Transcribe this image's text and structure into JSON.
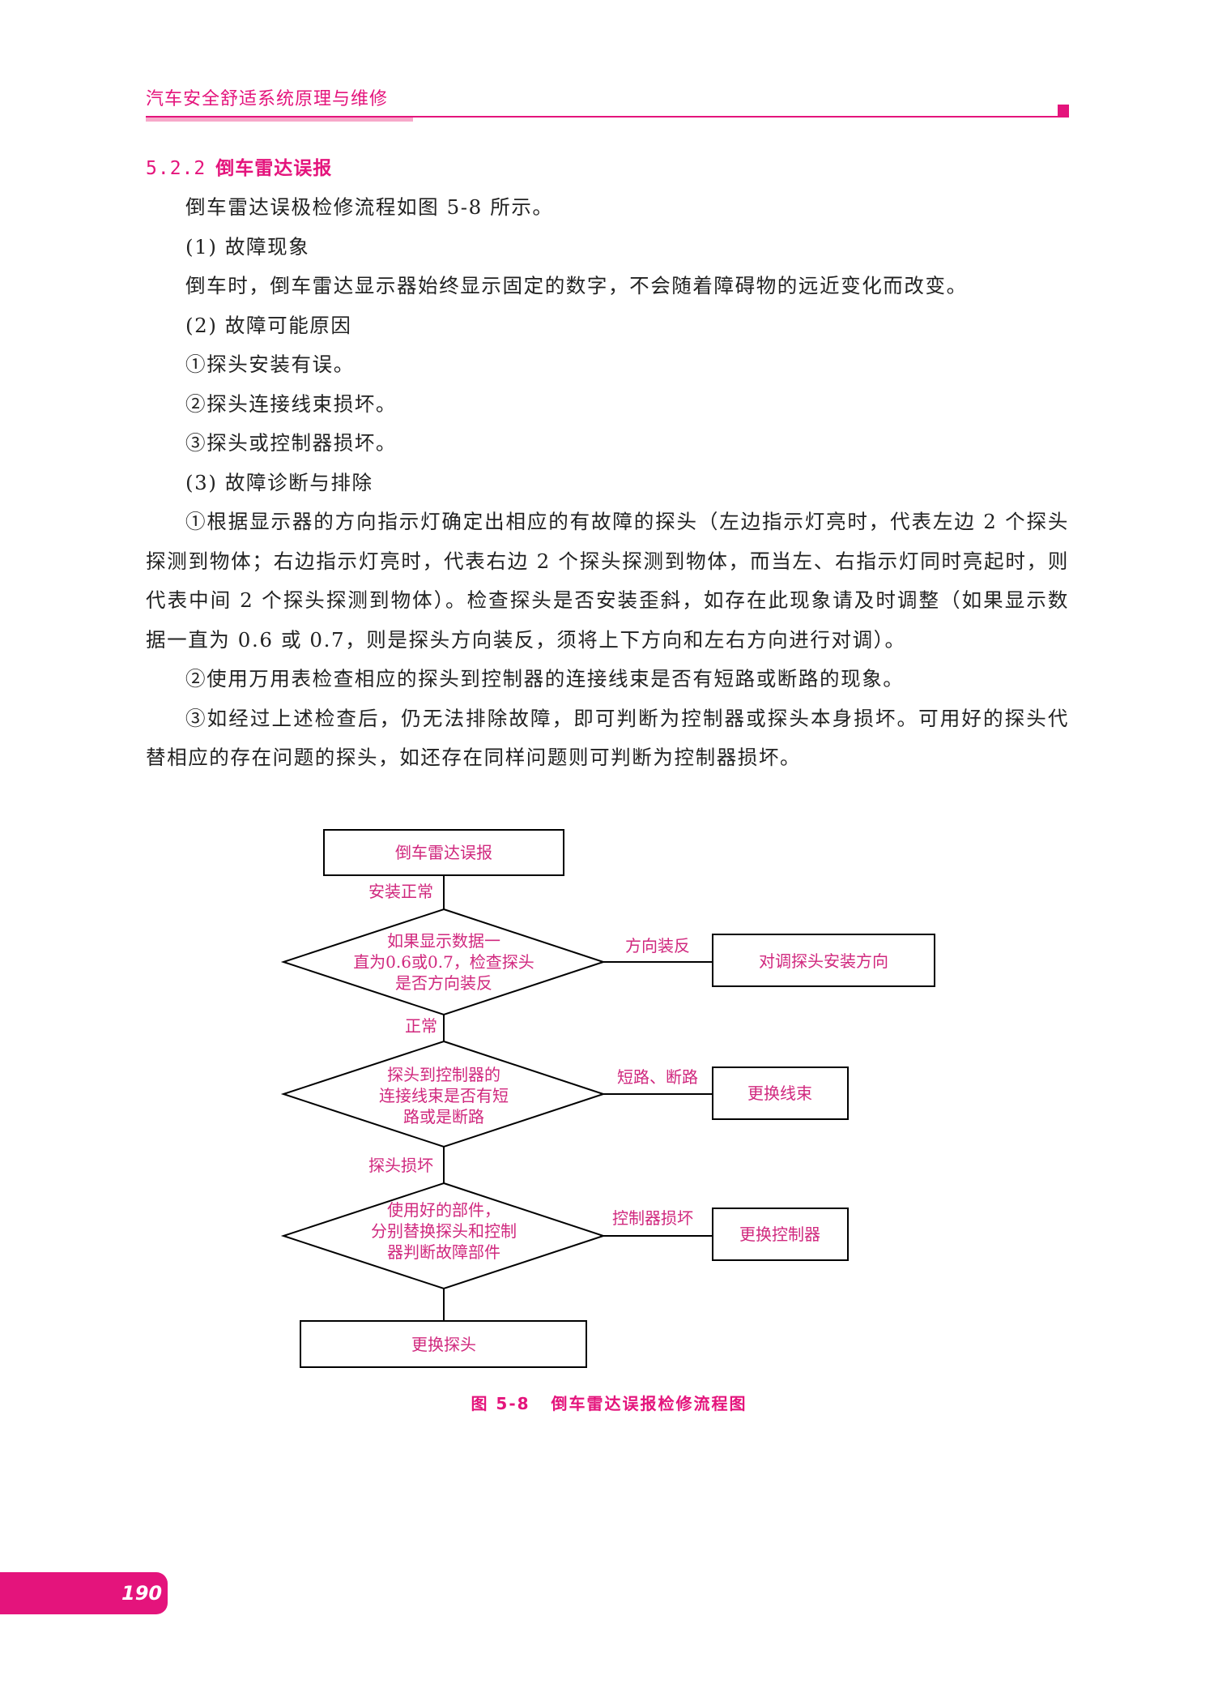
{
  "header": {
    "running_title": "汽车安全舒适系统原理与维修"
  },
  "section": {
    "number": "5.2.2",
    "title": "倒车雷达误报"
  },
  "paragraphs": [
    "倒车雷达误极检修流程如图 5-8 所示。",
    "(1) 故障现象",
    "倒车时，倒车雷达显示器始终显示固定的数字，不会随着障碍物的远近变化而改变。",
    "(2) 故障可能原因",
    "①探头安装有误。",
    "②探头连接线束损坏。",
    "③探头或控制器损坏。",
    "(3) 故障诊断与排除",
    "①根据显示器的方向指示灯确定出相应的有故障的探头（左边指示灯亮时，代表左边 2 个探头探测到物体；右边指示灯亮时，代表右边 2 个探头探测到物体，而当左、右指示灯同时亮起时，则代表中间 2 个探头探测到物体）。检查探头是否安装歪斜，如存在此现象请及时调整（如果显示数据一直为 0.6 或 0.7，则是探头方向装反，须将上下方向和左右方向进行对调）。",
    "②使用万用表检查相应的探头到控制器的连接线束是否有短路或断路的现象。",
    "③如经过上述检查后，仍无法排除故障，即可判断为控制器或探头本身损坏。可用好的探头代替相应的存在问题的探头，如还存在同样问题则可判断为控制器损坏。"
  ],
  "flowchart": {
    "start": "倒车雷达误报",
    "label_install_ok": "安装正常",
    "decision1": [
      "如果显示数据一",
      "直为0.6或0.7，检查探头",
      "是否方向装反"
    ],
    "label_reversed": "方向装反",
    "action_swap": "对调探头安装方向",
    "label_normal": "正常",
    "decision2": [
      "探头到控制器的",
      "连接线束是否有短",
      "路或是断路"
    ],
    "label_short": "短路、断路",
    "action_harness": "更换线束",
    "label_probe_bad": "探头损坏",
    "decision3": [
      "使用好的部件，",
      "分别替换探头和控制",
      "器判断故障部件"
    ],
    "label_ctrl_bad": "控制器损坏",
    "action_controller": "更换控制器",
    "end": "更换探头"
  },
  "figure": {
    "number": "图 5-8",
    "caption": "倒车雷达误报检修流程图"
  },
  "footer": {
    "page_number": "190"
  },
  "colors": {
    "accent": "#e4147c",
    "accent_light": "#f7a8c9",
    "flow_text": "#d0287e"
  }
}
